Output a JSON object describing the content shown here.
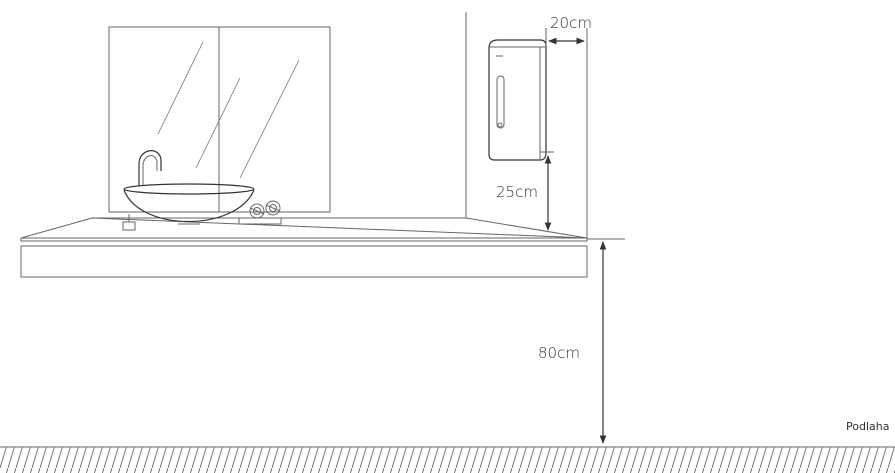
{
  "labels": {
    "dim_width": "20cm",
    "dim_above_counter": "25cm",
    "dim_counter_height": "80cm",
    "floor": "Podlaha"
  },
  "colors": {
    "line": "#666666",
    "arrow": "#333333",
    "text": "#333333",
    "background": "#ffffff"
  }
}
